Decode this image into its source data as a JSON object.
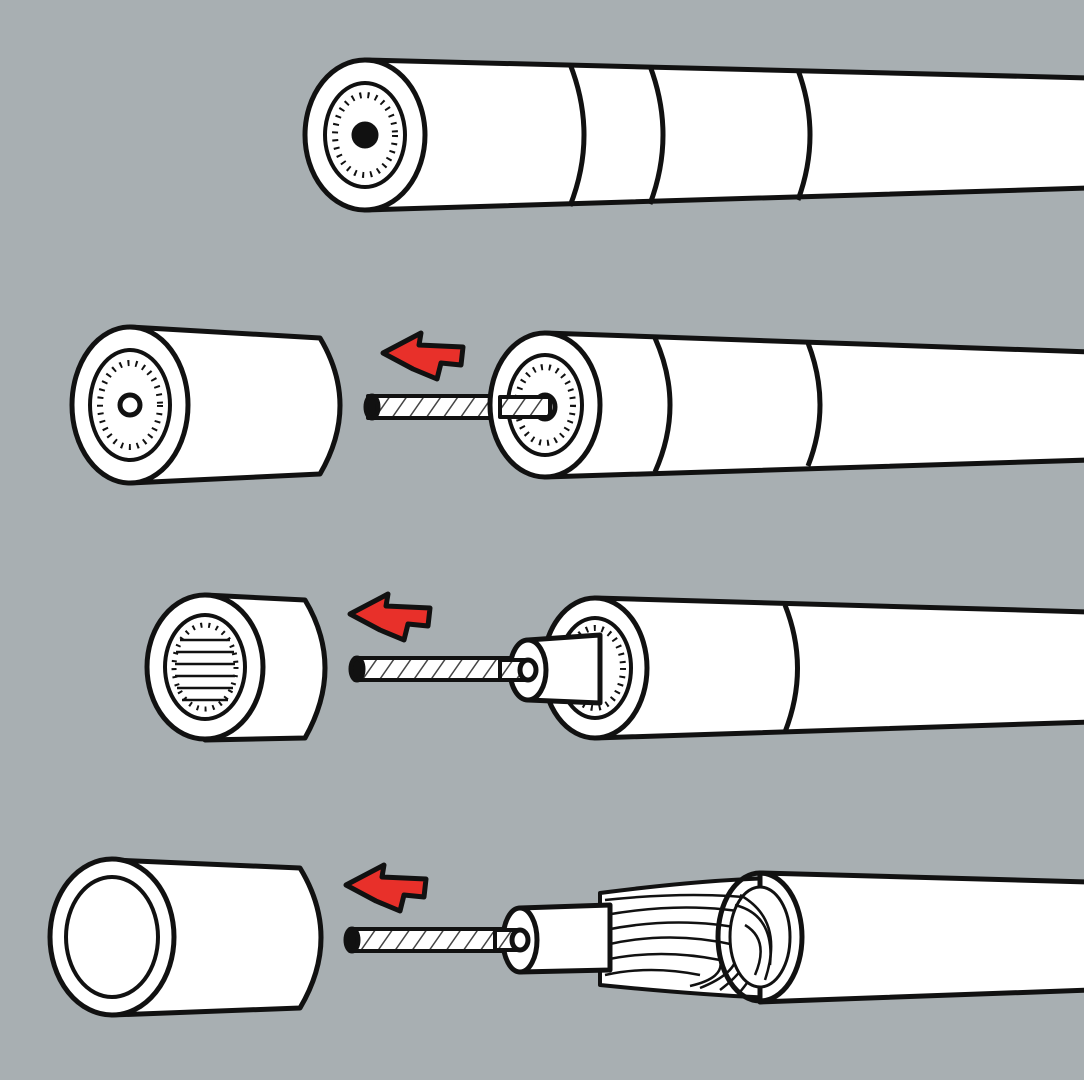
{
  "colors": {
    "background": "#a8afb2",
    "cable": "#ffffff",
    "outline": "#111111",
    "arrow": "#e8302a"
  },
  "steps": [
    {
      "name": "intact-cable"
    },
    {
      "name": "remove-full-jacket"
    },
    {
      "name": "remove-jacket-and-braid"
    },
    {
      "name": "remove-outer-jacket"
    }
  ]
}
